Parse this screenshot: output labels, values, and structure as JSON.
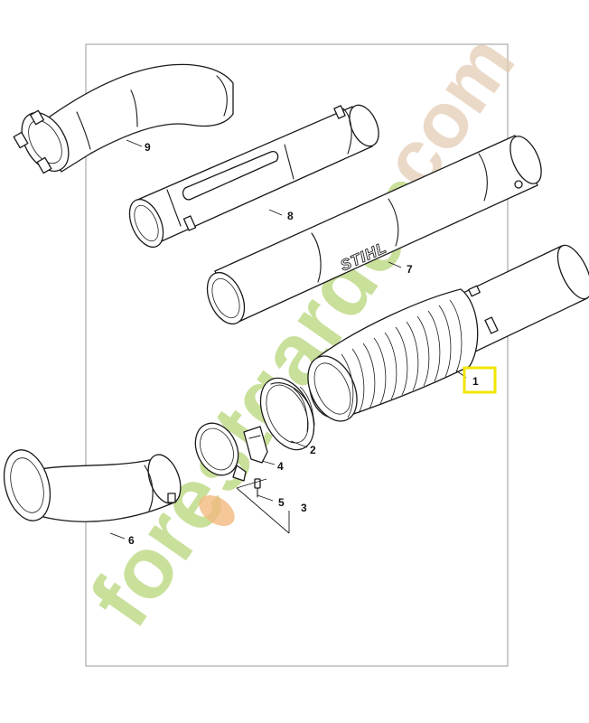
{
  "diagram": {
    "brand_text": "STIHL",
    "callouts": [
      {
        "id": "c9",
        "label": "9"
      },
      {
        "id": "c8",
        "label": "8"
      },
      {
        "id": "c7",
        "label": "7"
      },
      {
        "id": "c1",
        "label": "1"
      },
      {
        "id": "c2",
        "label": "2"
      },
      {
        "id": "c4",
        "label": "4"
      },
      {
        "id": "c5",
        "label": "5"
      },
      {
        "id": "c3",
        "label": "3"
      },
      {
        "id": "c6",
        "label": "6"
      }
    ],
    "highlighted_callout": "1",
    "highlight_color": "#f2e600"
  },
  "watermark": {
    "text_main": "forestgarden",
    "text_dot": ".com",
    "color": "#b7d67a",
    "accent_color": "#f3b980",
    "com_color": "#e3c9b1"
  }
}
